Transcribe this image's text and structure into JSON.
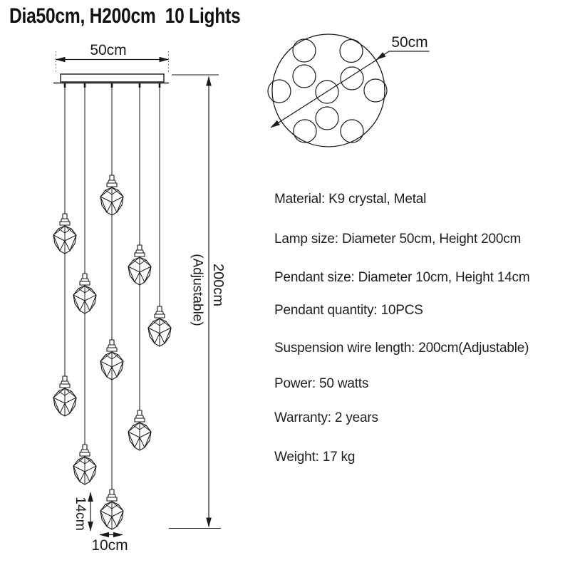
{
  "product": {
    "title": "Dia50cm, H200cm  10 Lights"
  },
  "side_view": {
    "canopy_width_label": "50cm",
    "drop_height_label": "200cm",
    "drop_height_note": "(Adjustable)",
    "pendant_height_label": "14cm",
    "pendant_width_label": "10cm"
  },
  "top_view": {
    "diameter_label": "50cm"
  },
  "specs": {
    "items": [
      "Material: K9 crystal, Metal",
      "Lamp size: Diameter 50cm, Height 200cm",
      "Pendant size: Diameter 10cm, Height 14cm",
      "Pendant quantity: 10PCS",
      "Suspension wire length: 200cm(Adjustable)",
      "Power: 50 watts",
      "Warranty: 2 years",
      "Weight: 17 kg"
    ]
  },
  "colors": {
    "line": "#1a1a1a",
    "background": "#ffffff",
    "text": "#1f1f1f"
  }
}
